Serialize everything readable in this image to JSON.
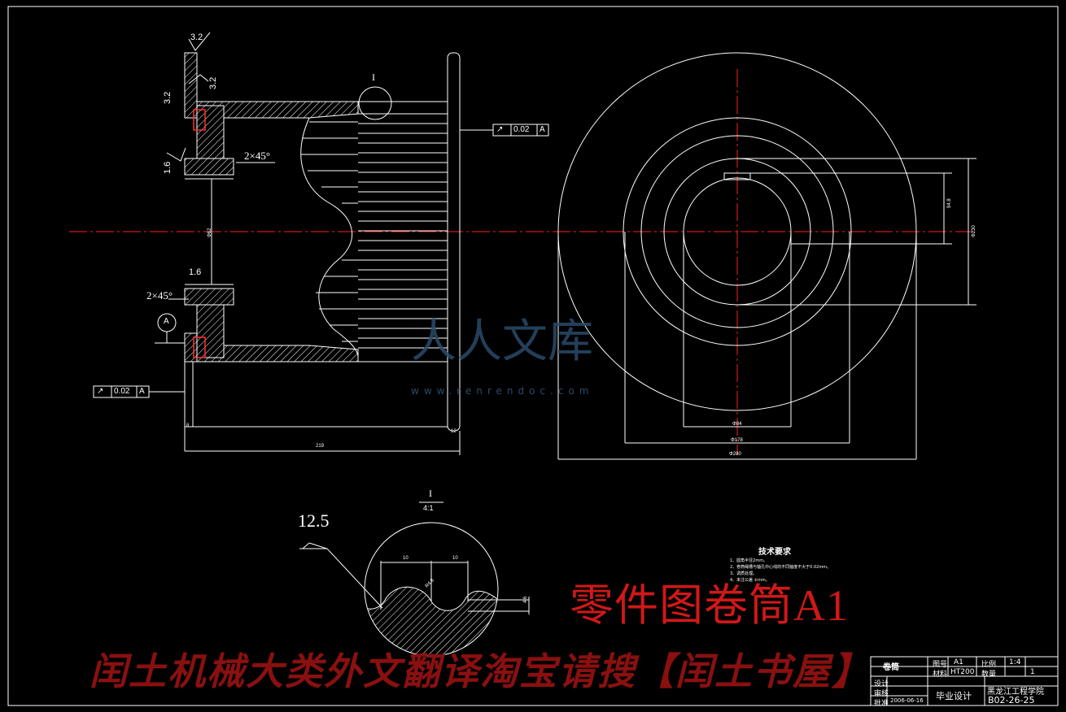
{
  "drawing": {
    "part_title": "零件图卷筒A1",
    "banner_text": "闰土机械大类外文翻译淘宝请搜【闰土书屋】",
    "watermark": "人人文库",
    "watermark_url": "www.renrendoc.com"
  },
  "section_view": {
    "roughness_top": "3.2",
    "roughness_right": "3.2",
    "roughness_left": "3.2",
    "roughness_bore": "1.6",
    "roughness_inner": "1.6",
    "chamfer_top": "2×45°",
    "chamfer_bottom": "2×45°",
    "detail_ref": "I",
    "datum": "A",
    "runout_right": "0.02",
    "runout_right_datum": "A",
    "runout_left": "0.02",
    "runout_left_datum": "A",
    "dim_overall": "219",
    "dim_left": "8",
    "dim_right": "12",
    "dim_bore": "Φ62"
  },
  "end_view": {
    "dim_keyway": "94.8",
    "dim_outer": "Φ230",
    "dim_inner": "Φ84",
    "dim_mid": "Φ178",
    "dim_flange": "Φ280"
  },
  "detail_view": {
    "label": "I",
    "scale": "4:1",
    "roughness": "12.5",
    "pitch_left": "10",
    "pitch_right": "10",
    "groove_radius": "R4.8",
    "groove_depth": "4.6"
  },
  "tech_requirements": {
    "title": "技术要求",
    "items": [
      "1、圆角半径2mm。",
      "2、卷筒绳槽与轴孔中心线的不同轴度不大于0.02mm。",
      "3、调质处理。",
      "4、未注公差 ±mm。"
    ]
  },
  "title_block": {
    "part_name": "卷筒",
    "course": "毕业设计",
    "school": "黑龙江工程学院",
    "drawing_no": "B02-26-25",
    "date": "2006-06-16",
    "label_designer": "设计",
    "label_reviewer": "审核",
    "label_approver": "批准",
    "label_drawno": "图号",
    "label_material": "材料",
    "label_scale": "比例",
    "label_qty": "数量",
    "value_drawno": "A1",
    "value_material": "HT200",
    "value_scale": "1:4",
    "value_qty": "1"
  }
}
